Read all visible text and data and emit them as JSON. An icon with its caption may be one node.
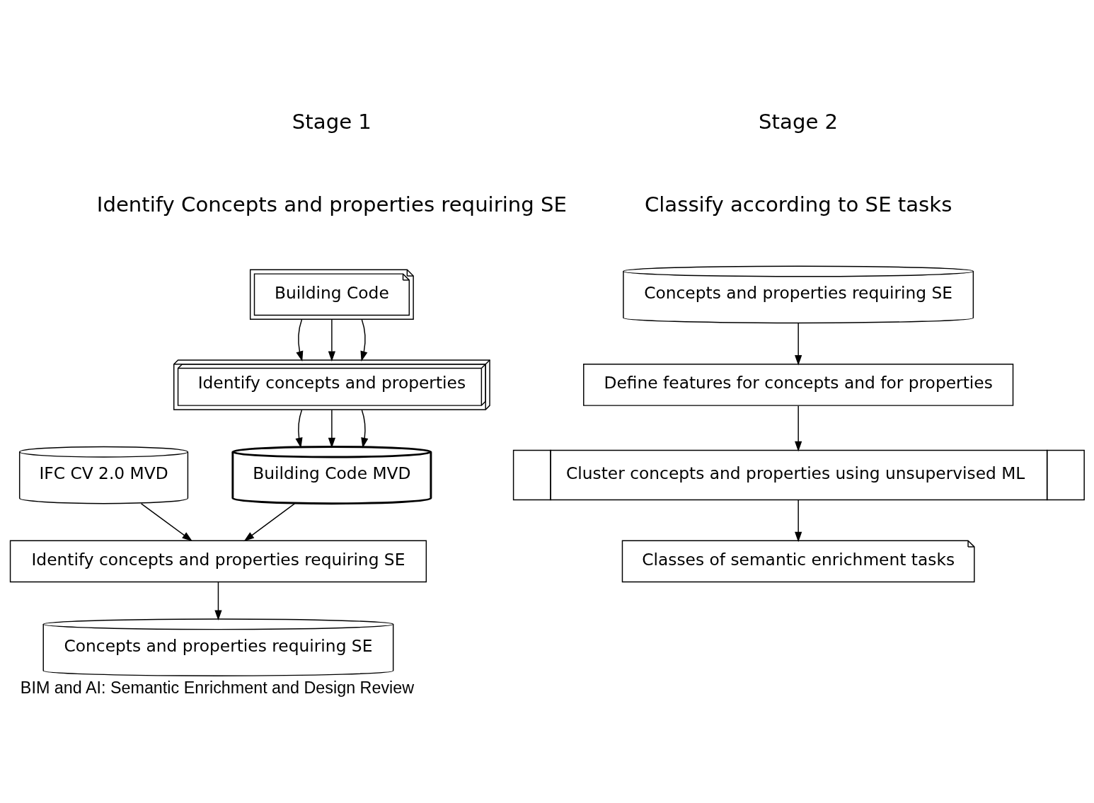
{
  "diagram": {
    "caption": "BIM and AI: Semantic Enrichment and Design Review",
    "nodes": [
      {
        "text": [
          "Building Code"
        ]
      },
      {
        "text": [
          "Identify concepts and properties"
        ]
      },
      {
        "text": [
          "Building Code MVD"
        ]
      },
      {
        "text": [
          "IFC CV 2.0 MVD"
        ]
      },
      {
        "text": [
          "Identify concepts and properties requiring SE"
        ]
      },
      {
        "text": [
          "Concepts and properties requiring SE"
        ]
      },
      {
        "text": [
          "Concepts and properties requiring SE"
        ]
      },
      {
        "text": [
          "Define features for concepts and for properties"
        ]
      },
      {
        "text": [
          "Cluster concepts and properties using unsupervised ML"
        ]
      },
      {
        "text": [
          "Classes of semantic enrichment tasks"
        ]
      }
    ],
    "edges": [
      {
        "from": 0,
        "to": 1,
        "arrow": "to"
      },
      {
        "from": 0,
        "to": 1,
        "arrow": "to"
      },
      {
        "from": 0,
        "to": 1,
        "arrow": "to"
      },
      {
        "from": 1,
        "to": 2,
        "arrow": "to"
      },
      {
        "from": 1,
        "to": 2,
        "arrow": "to"
      },
      {
        "from": 1,
        "to": 2,
        "arrow": "to"
      },
      {
        "from": 2,
        "to": 4,
        "arrow": "to"
      },
      {
        "from": 3,
        "to": 4,
        "arrow": "to"
      },
      {
        "from": 4,
        "to": 5,
        "arrow": "to"
      },
      {
        "from": 6,
        "to": 7,
        "arrow": "to"
      },
      {
        "from": 7,
        "to": 8,
        "arrow": "to"
      },
      {
        "from": 8,
        "to": 9,
        "arrow": "to"
      }
    ],
    "labels": [
      "Stage 1",
      "Identify Concepts and properties requiring SE",
      "Stage 2",
      "Classify according to SE tasks"
    ]
  }
}
